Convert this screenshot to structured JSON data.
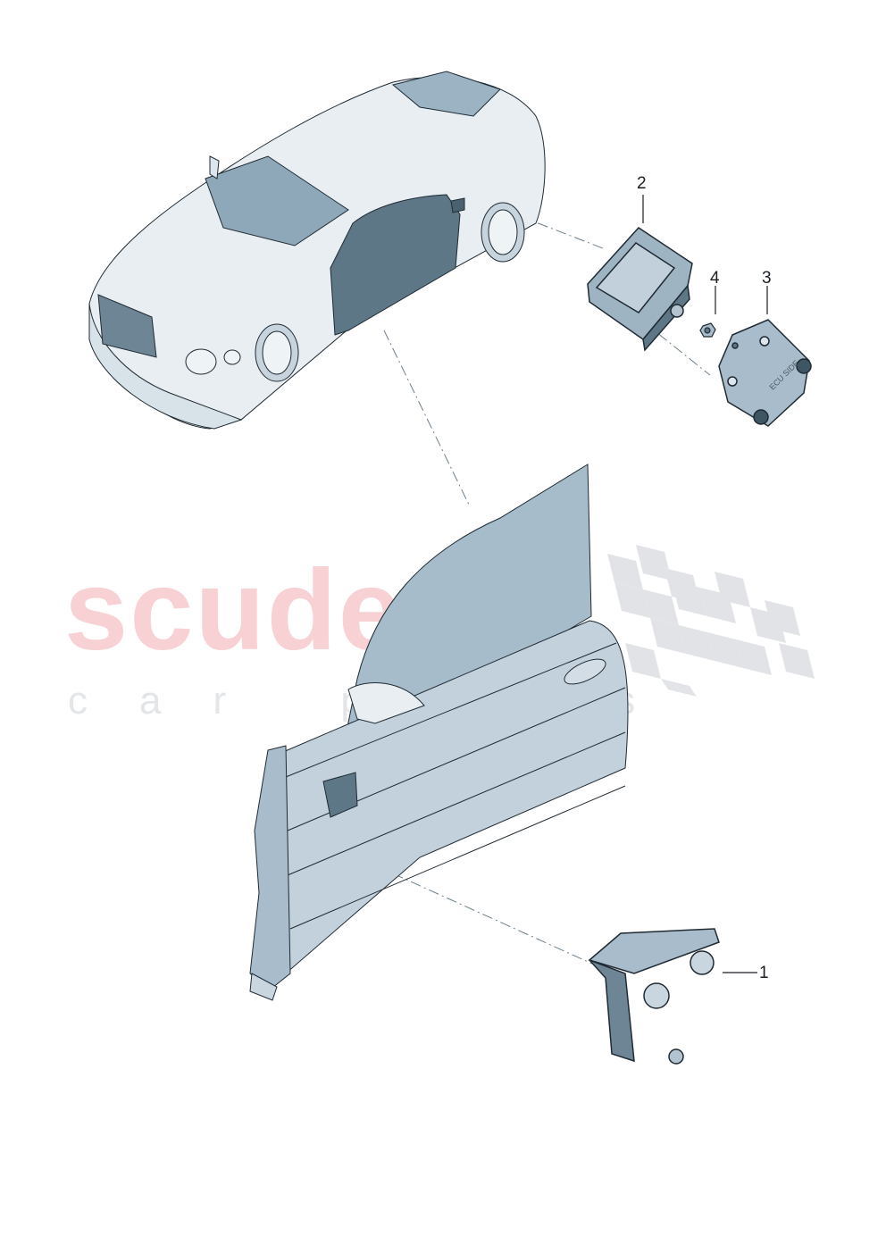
{
  "diagram": {
    "type": "exploded-parts-view",
    "subject": "Front door control unit assembly",
    "callouts": [
      {
        "id": "1",
        "label": "1",
        "part": "control-unit"
      },
      {
        "id": "2",
        "label": "2",
        "part": "control-module"
      },
      {
        "id": "3",
        "label": "3",
        "part": "mounting-plate"
      },
      {
        "id": "4",
        "label": "4",
        "part": "nut"
      }
    ],
    "plate_text": "ECU SIDE"
  },
  "watermark": {
    "main": "scuderia",
    "sub": "car parts",
    "main_color": "#f6c9cc",
    "sub_color": "#e3e5e8"
  },
  "colors": {
    "outline": "#1f2a33",
    "body_light": "#dde6ec",
    "body_mid": "#a9bccb",
    "body_dark": "#5d7787",
    "leader": "#6b7f8c"
  }
}
